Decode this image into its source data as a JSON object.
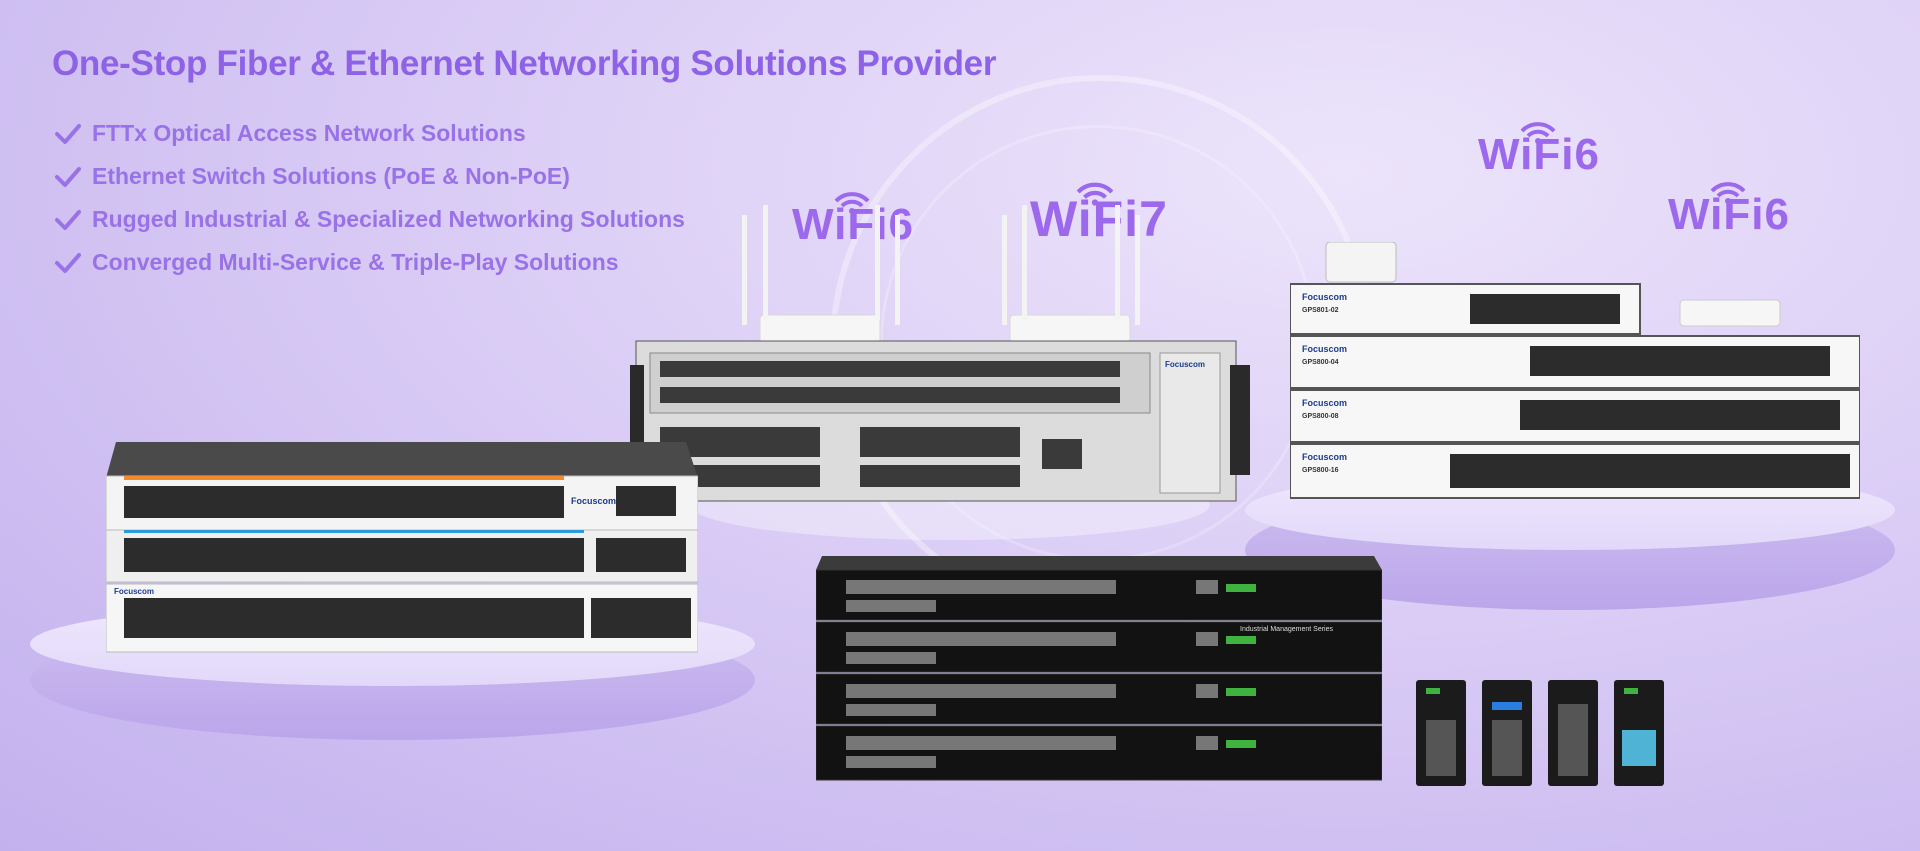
{
  "headline": "One-Stop Fiber & Ethernet Networking Solutions Provider",
  "solutions": [
    "FTTx Optical Access Network Solutions",
    "Ethernet Switch Solutions (PoE & Non-PoE)",
    "Rugged Industrial & Specialized Networking Solutions",
    "Converged Multi-Service & Triple-Play Solutions"
  ],
  "wifi_badges": [
    "WiFi6",
    "WiFi7",
    "WiFi6",
    "WiFi6"
  ],
  "brand": "Focuscom",
  "olt_models": [
    "GPS801-02",
    "GPS800-04",
    "GPS800-08",
    "GPS800-16"
  ],
  "industrial_series_label": "Industrial Management Series",
  "colors": {
    "accent": "#8e62e6",
    "text_light": "#9a72e8",
    "panel_dark": "#1a1a1a",
    "panel_light": "#f2f2f2"
  }
}
